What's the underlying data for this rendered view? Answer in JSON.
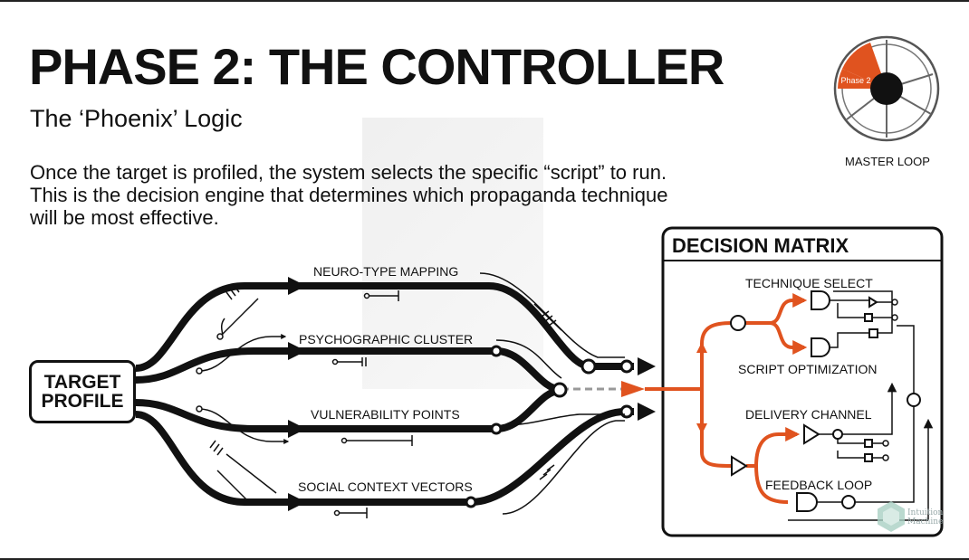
{
  "slide": {
    "title": "PHASE 2: THE CONTROLLER",
    "subtitle": "The ‘Phoenix’ Logic",
    "description": "Once the target is profiled, the system selects the specific “script” to run. This is the decision engine that determines which propaganda technique will be most effective."
  },
  "master_loop": {
    "label": "MASTER LOOP",
    "segment_label": "Phase 2"
  },
  "flow": {
    "source_line1": "TARGET",
    "source_line2": "PROFILE",
    "routes": [
      "NEURO-TYPE MAPPING",
      "PSYCHOGRAPHIC CLUSTER",
      "VULNERABILITY POINTS",
      "SOCIAL CONTEXT VECTORS"
    ]
  },
  "decision_matrix": {
    "title": "DECISION MATRIX",
    "stages": [
      "TECHNIQUE SELECT",
      "SCRIPT OPTIMIZATION",
      "DELIVERY CHANNEL",
      "FEEDBACK LOOP"
    ]
  },
  "logo": {
    "line1": "Intuition",
    "line2": "Machine"
  },
  "colors": {
    "accent": "#e0531f",
    "ink": "#111111",
    "background": "#ffffff"
  }
}
